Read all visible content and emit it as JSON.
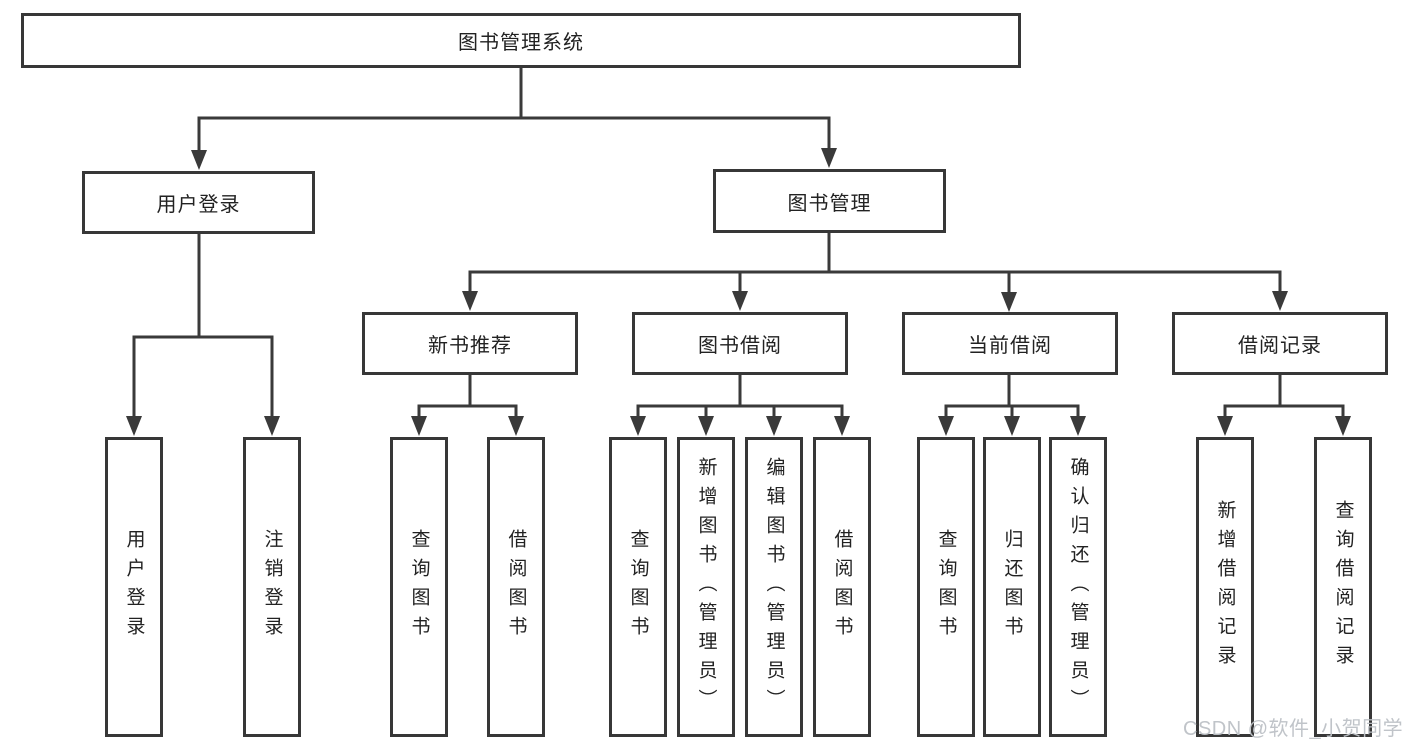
{
  "watermark": {
    "text": "CSDN @软件_小贺同学"
  },
  "colors": {
    "line": "#3a3a3a",
    "box_border": "#373737",
    "text": "#222222",
    "background": "#ffffff",
    "watermark": "#bdc1c6"
  },
  "tree": {
    "label": "图书管理系统",
    "children": [
      {
        "label": "用户登录",
        "children": [
          {
            "label": "用户登录"
          },
          {
            "label": "注销登录"
          }
        ]
      },
      {
        "label": "图书管理",
        "children": [
          {
            "label": "新书推荐",
            "children": [
              {
                "label": "查询图书"
              },
              {
                "label": "借阅图书"
              }
            ]
          },
          {
            "label": "图书借阅",
            "children": [
              {
                "label": "查询图书"
              },
              {
                "label": "新增图书（管理员）"
              },
              {
                "label": "编辑图书（管理员）"
              },
              {
                "label": "借阅图书"
              }
            ]
          },
          {
            "label": "当前借阅",
            "children": [
              {
                "label": "查询图书"
              },
              {
                "label": "归还图书"
              },
              {
                "label": "确认归还（管理员）"
              }
            ]
          },
          {
            "label": "借阅记录",
            "children": [
              {
                "label": "新增借阅记录"
              },
              {
                "label": "查询借阅记录"
              }
            ]
          }
        ]
      }
    ]
  }
}
